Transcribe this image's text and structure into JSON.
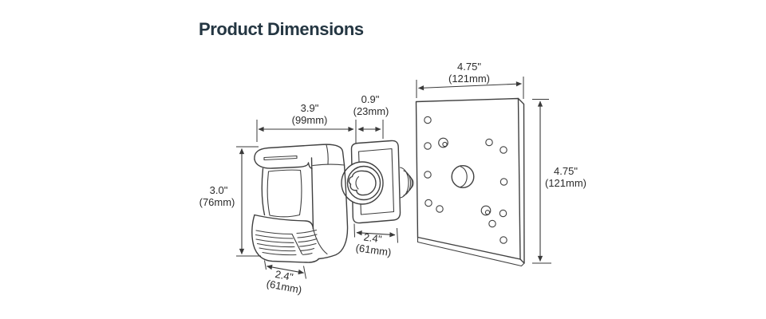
{
  "header": {
    "title": "Product Dimensions"
  },
  "colors": {
    "title_text": "#243642",
    "line": "#404040",
    "dimension_text": "#2b2b2b",
    "background": "#ffffff"
  },
  "diagram": {
    "dims": {
      "sensor_width": {
        "inch": "3.9\"",
        "mm": "(99mm)"
      },
      "bracket_depth": {
        "inch": "0.9\"",
        "mm": "(23mm)"
      },
      "plate_width": {
        "inch": "4.75\"",
        "mm": "(121mm)"
      },
      "sensor_height": {
        "inch": "3.0\"",
        "mm": "(76mm)"
      },
      "sensor_depth": {
        "inch": "2.4\"",
        "mm": "(61mm)"
      },
      "bracket_width": {
        "inch": "2.4\"",
        "mm": "(61mm)"
      },
      "plate_height": {
        "inch": "4.75\"",
        "mm": "(121mm)"
      }
    }
  }
}
